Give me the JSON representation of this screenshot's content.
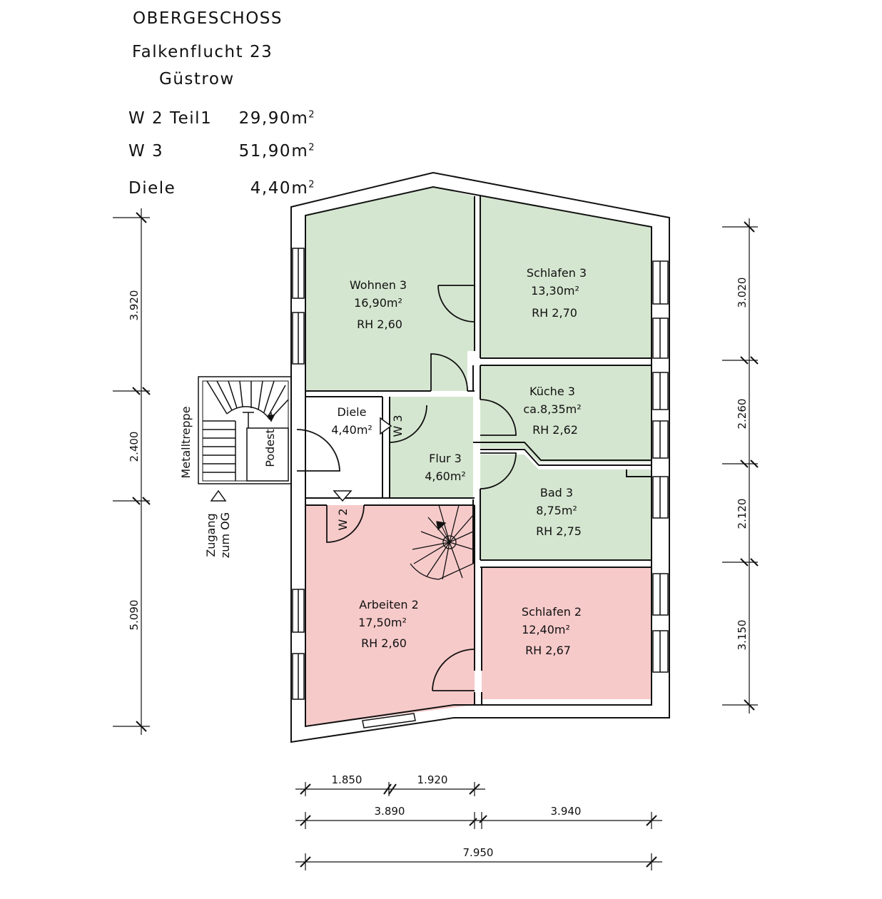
{
  "header": {
    "floor": "OBERGESCHOSS",
    "street": "Falkenflucht 23",
    "city": "Güstrow"
  },
  "areas": [
    {
      "label": "W 2 Teil1",
      "value": "29,90",
      "unit": "m"
    },
    {
      "label": "W 3",
      "value": "51,90",
      "unit": "m"
    },
    {
      "label": "Diele",
      "value": "4,40",
      "unit": "m"
    }
  ],
  "colors": {
    "w3_fill": "#d5e6d0",
    "w2_fill": "#f7caca",
    "wall": "#111111"
  },
  "rooms": {
    "wohnen3": {
      "name": "Wohnen 3",
      "area": "16,90m²",
      "height": "RH  2,60"
    },
    "schlafen3": {
      "name": "Schlafen 3",
      "area": "13,30m²",
      "height": "RH  2,70"
    },
    "kueche3": {
      "name": "Küche 3",
      "area": "ca.8,35m²",
      "height": "RH  2,62"
    },
    "bad3": {
      "name": "Bad 3",
      "area": "8,75m²",
      "height": "RH  2,75"
    },
    "flur3": {
      "name": "Flur 3",
      "area": "4,60m²"
    },
    "diele": {
      "name": "Diele",
      "area": "4,40m²"
    },
    "arbeiten2": {
      "name": "Arbeiten 2",
      "area": "17,50m²",
      "height": "RH  2,60"
    },
    "schlafen2": {
      "name": "Schlafen 2",
      "area": "12,40m²",
      "height": "RH  2,67"
    }
  },
  "labels": {
    "metalltreppe": "Metalltreppe",
    "podest": "Podest",
    "zugang_line1": "Zugang",
    "zugang_line2": "zum OG",
    "entrance_w3": "W 3",
    "entrance_w2": "W 2"
  },
  "dimensions": {
    "left": [
      "3.920",
      "2.400",
      "5.090"
    ],
    "right": [
      "3.020",
      "2.260",
      "2.120",
      "3.150"
    ],
    "bottom_row1": [
      "1.850",
      "1.920"
    ],
    "bottom_row2": [
      "3.890",
      "3.940"
    ],
    "bottom_total": "7.950"
  }
}
